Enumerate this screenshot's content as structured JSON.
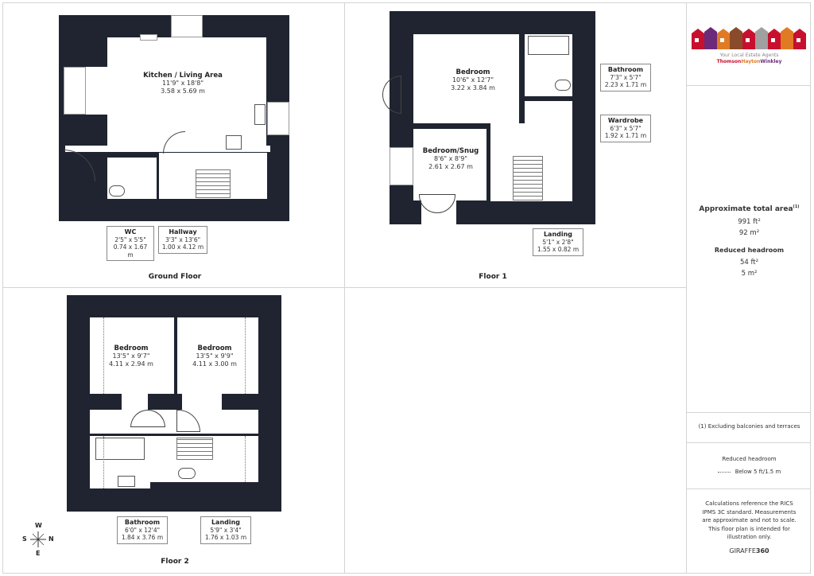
{
  "floors": [
    {
      "title": "Ground Floor",
      "rooms": [
        {
          "name": "Kitchen / Living Area",
          "imperial": "11'9\" x 18'8\"",
          "metric": "3.58 x 5.69 m"
        },
        {
          "name": "WC",
          "imperial": "2'5\" x 5'5\"",
          "metric": "0.74 x 1.67 m"
        },
        {
          "name": "Hallway",
          "imperial": "3'3\" x 13'6\"",
          "metric": "1.00 x 4.12 m"
        }
      ]
    },
    {
      "title": "Floor 1",
      "rooms": [
        {
          "name": "Bedroom",
          "imperial": "10'6\" x 12'7\"",
          "metric": "3.22 x 3.84 m"
        },
        {
          "name": "Bedroom/Snug",
          "imperial": "8'6\" x 8'9\"",
          "metric": "2.61 x 2.67 m"
        },
        {
          "name": "Bathroom",
          "imperial": "7'3\" x 5'7\"",
          "metric": "2.23 x 1.71 m"
        },
        {
          "name": "Wardrobe",
          "imperial": "6'3\" x 5'7\"",
          "metric": "1.92 x 1.71 m"
        },
        {
          "name": "Landing",
          "imperial": "5'1\" x 2'8\"",
          "metric": "1.55 x 0.82 m"
        }
      ]
    },
    {
      "title": "Floor 2",
      "rooms": [
        {
          "name": "Bedroom",
          "imperial": "13'5\" x 9'7\"",
          "metric": "4.11 x 2.94 m"
        },
        {
          "name": "Bedroom",
          "imperial": "13'5\" x 9'9\"",
          "metric": "4.11 x 3.00 m"
        },
        {
          "name": "Bathroom",
          "imperial": "6'0\" x 12'4\"",
          "metric": "1.84 x 3.76 m"
        },
        {
          "name": "Landing",
          "imperial": "5'9\" x 3'4\"",
          "metric": "1.76 x 1.03 m"
        }
      ]
    }
  ],
  "compass": {
    "n": "N",
    "s": "S",
    "e": "E",
    "w": "W"
  },
  "sidebar": {
    "logo_tagline": "Your Local Estate Agents",
    "logo_brand_1": "Thomson",
    "logo_brand_2": "Hayton",
    "logo_brand_3": "Winkley",
    "total_area_title": "Approximate total area",
    "total_area_sup": "(1)",
    "total_area_ft": "991 ft²",
    "total_area_m": "92 m²",
    "reduced_headroom_title": "Reduced headroom",
    "reduced_headroom_ft": "54 ft²",
    "reduced_headroom_m": "5 m²",
    "footnote": "(1) Excluding balconies and terraces",
    "legend_title": "Reduced headroom",
    "legend_item": "Below 5 ft/1.5 m",
    "disclaimer": "Calculations reference the RICS IPMS 3C standard. Measurements are approximate and not to scale. This floor plan is intended for illustration only.",
    "brand_1": "GIRAFFE",
    "brand_2": "360"
  },
  "colors": {
    "wall": "#1f2430",
    "logo_red": "#c8102e",
    "logo_orange": "#e07b24",
    "logo_brown": "#8a4b2a",
    "logo_purple": "#6b2a7a"
  }
}
